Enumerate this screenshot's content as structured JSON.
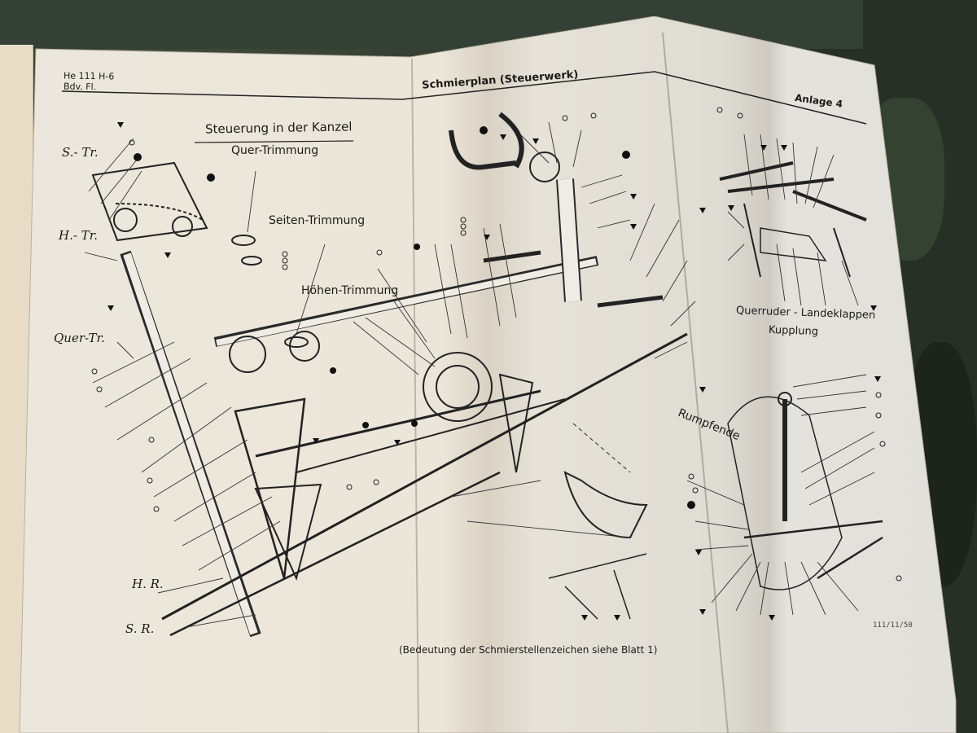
{
  "header": {
    "aircraft": "He 111 H-6",
    "subtitle": "Bdv. Fl.",
    "title": "Schmierplan (Steuerwerk)",
    "annex": "Anlage 4"
  },
  "labels": {
    "cockpit_controls": "Steuerung in der Kanzel",
    "aileron_trim": "Quer-Trimmung",
    "rudder_trim": "Seiten-Trimmung",
    "elevator_trim": "Höhen-Trimmung",
    "s_tr": "S.- Tr.",
    "h_tr": "H.- Tr.",
    "quer_tr": "Quer-Tr.",
    "h_r": "H. R.",
    "s_r": "S. R.",
    "aileron_flap_coupling_line1": "Querruder - Landeklappen",
    "aileron_flap_coupling_line2": "Kupplung",
    "fuselage_end": "Rumpfende"
  },
  "footer": {
    "caption": "(Bedeutung der Schmierstellenzeichen siehe Blatt 1)",
    "code": "111/11/50"
  }
}
